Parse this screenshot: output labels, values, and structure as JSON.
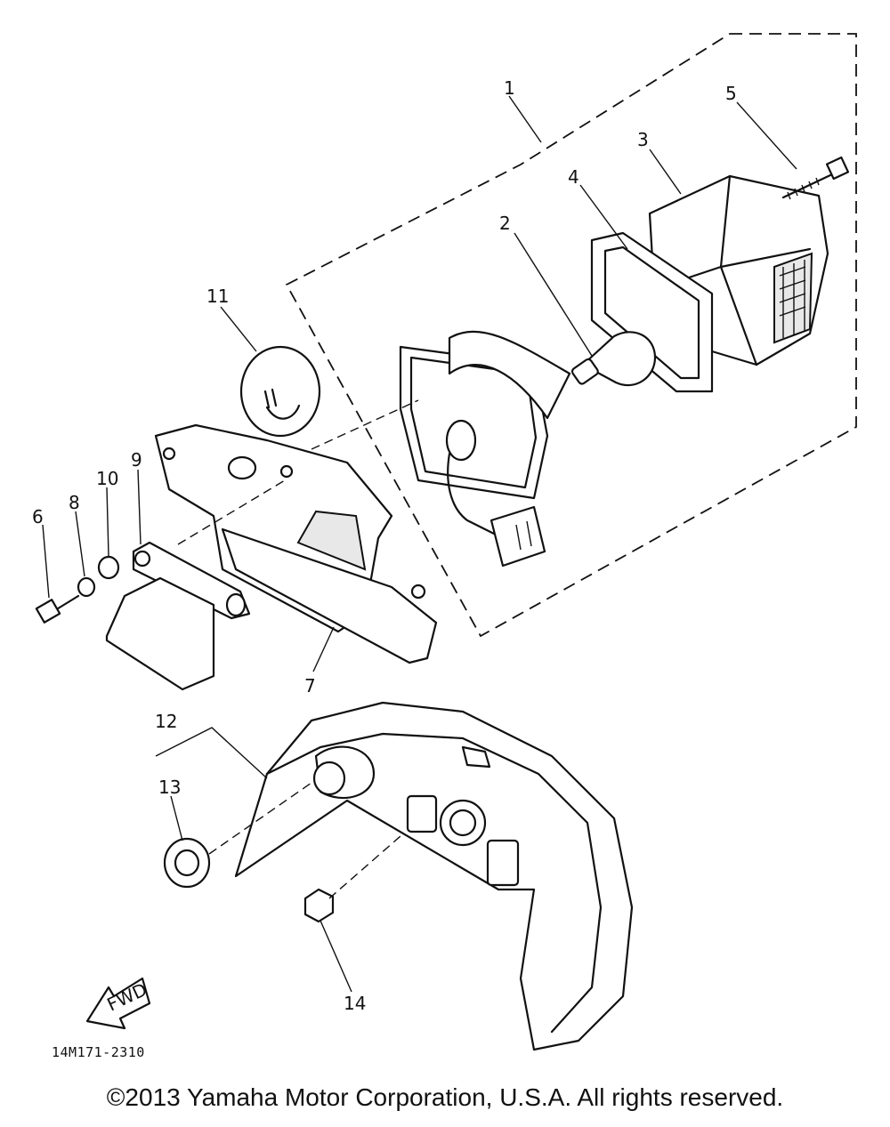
{
  "callouts": [
    "1",
    "2",
    "3",
    "4",
    "5",
    "6",
    "7",
    "8",
    "9",
    "10",
    "11",
    "12",
    "13",
    "14"
  ],
  "fwd_label": "FWD",
  "diagram_code": "14M171-2310",
  "copyright": "©2013 Yamaha Motor Corporation, U.S.A. All rights reserved."
}
